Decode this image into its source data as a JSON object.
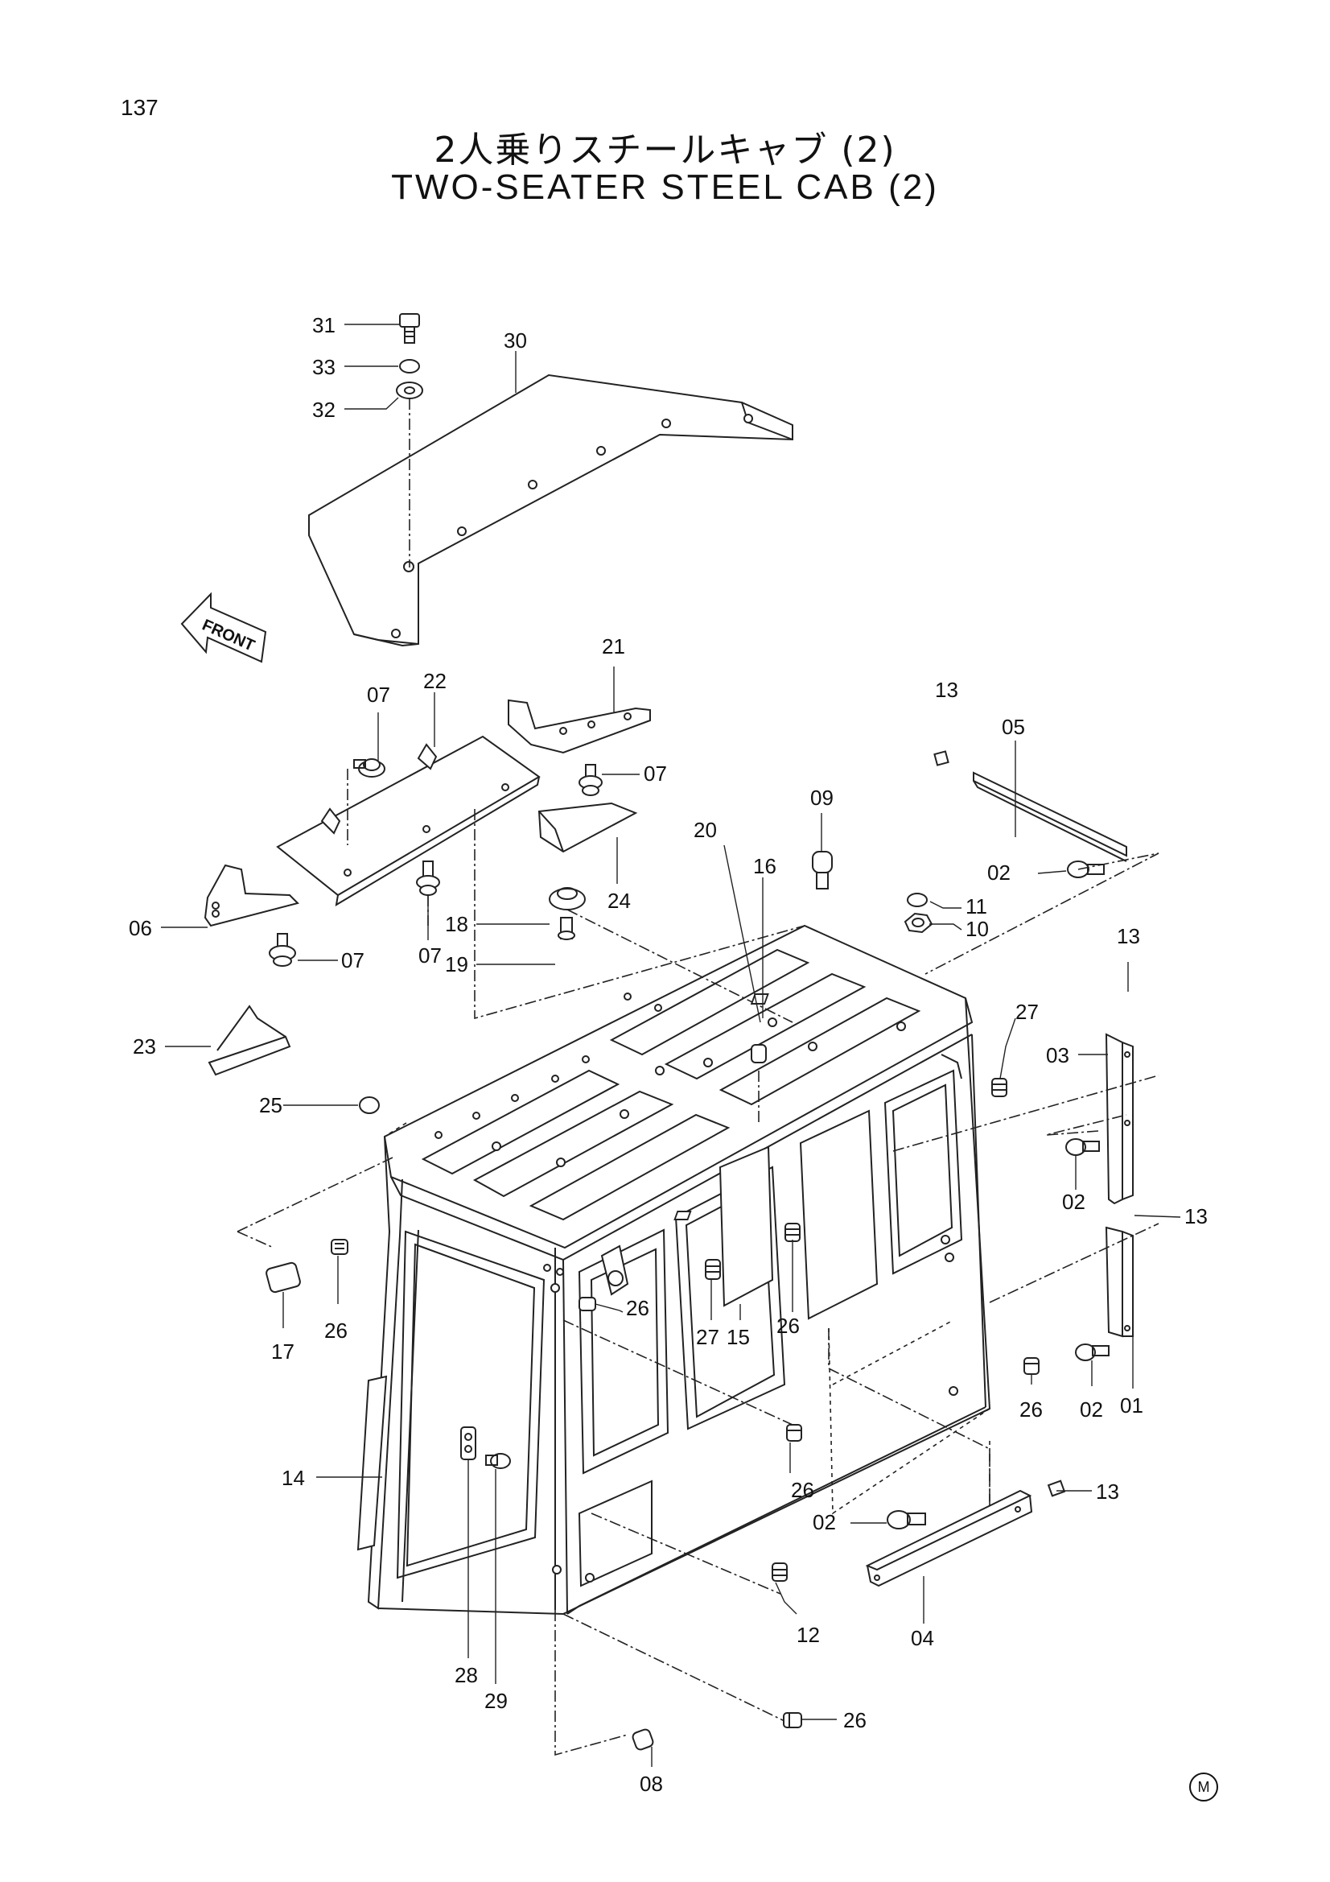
{
  "page_number": "137",
  "title_ja": "2人乗りスチールキャブ (2)",
  "title_en": "TWO-SEATER STEEL CAB (2)",
  "front_label": "FRONT",
  "mark": "M",
  "callouts": {
    "c01": "01",
    "c02a": "02",
    "c02b": "02",
    "c02c": "02",
    "c02d": "02",
    "c03": "03",
    "c04": "04",
    "c05": "05",
    "c06": "06",
    "c07a": "07",
    "c07b": "07",
    "c07c": "07",
    "c07d": "07",
    "c08": "08",
    "c09": "09",
    "c10": "10",
    "c11": "11",
    "c12": "12",
    "c13a": "13",
    "c13b": "13",
    "c13c": "13",
    "c13d": "13",
    "c14": "14",
    "c15": "15",
    "c16": "16",
    "c17": "17",
    "c18": "18",
    "c19": "19",
    "c20": "20",
    "c21": "21",
    "c22": "22",
    "c23": "23",
    "c24": "24",
    "c25": "25",
    "c26a": "26",
    "c26b": "26",
    "c26c": "26",
    "c26d": "26",
    "c26e": "26",
    "c26f": "26",
    "c27a": "27",
    "c27b": "27",
    "c28": "28",
    "c29": "29",
    "c30": "30",
    "c31": "31",
    "c32": "32",
    "c33": "33"
  }
}
